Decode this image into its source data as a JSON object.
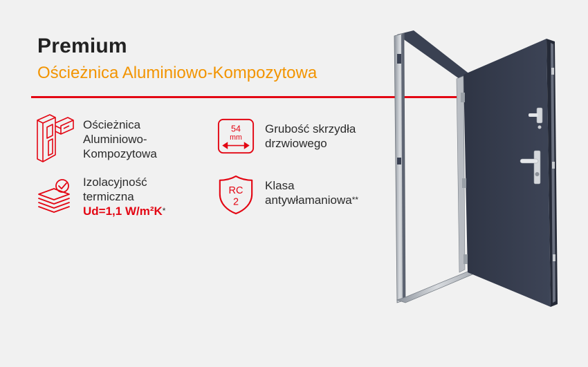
{
  "header": {
    "title": "Premium",
    "subtitle": "Ościeżnica Aluminiowo-Kompozytowa"
  },
  "features": {
    "frame": {
      "icon": "frame-profile-icon",
      "lines": [
        "Ościeżnica",
        "Aluminiowo-",
        "Kompozytowa"
      ]
    },
    "insulation": {
      "icon": "insulation-layers-icon",
      "lines": [
        "Izolacyjność",
        "termiczna"
      ],
      "value": "Ud=1,1 W/m²K",
      "note": "*"
    },
    "thickness": {
      "icon": "thickness-icon",
      "badge_value": "54",
      "badge_unit": "mm",
      "lines": [
        "Grubość skrzydła",
        "drzwiowego"
      ]
    },
    "security": {
      "icon": "rc2-shield-icon",
      "badge_top": "RC",
      "badge_bottom": "2",
      "lines": [
        "Klasa",
        "antywłamaniowa"
      ],
      "note": "**"
    }
  },
  "colors": {
    "accent_red": "#e30613",
    "accent_orange": "#f29400",
    "door": "#3a4152"
  }
}
